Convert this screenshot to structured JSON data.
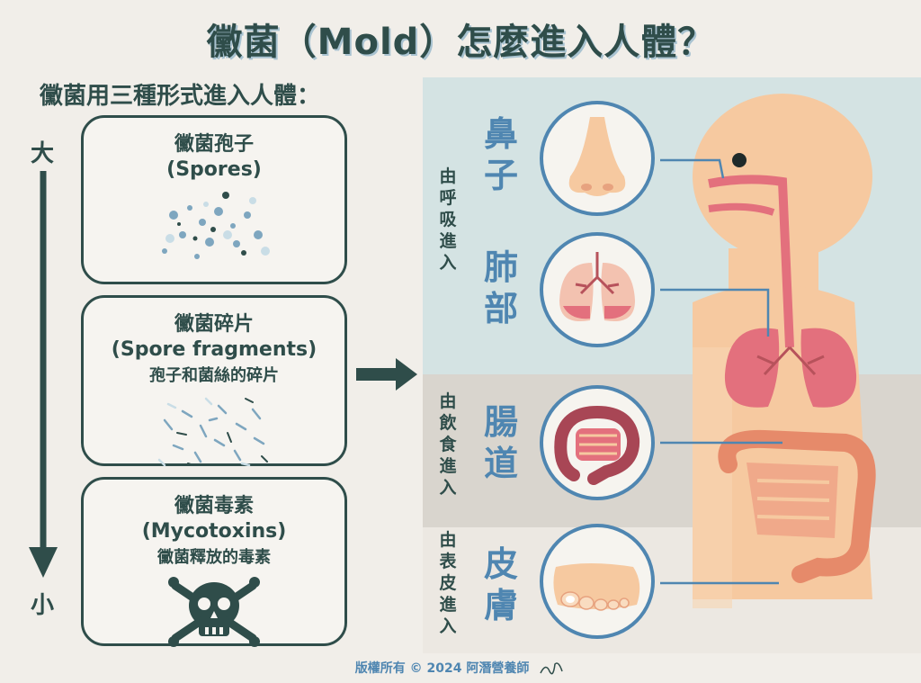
{
  "title": "黴菌（Mold）怎麼進入人體？",
  "subtitle": "黴菌用三種形式進入人體：",
  "size_scale": {
    "big": "大",
    "small": "小"
  },
  "forms": [
    {
      "name": "黴菌孢子",
      "english": "(Spores)",
      "desc": ""
    },
    {
      "name": "黴菌碎片",
      "english": "(Spore  fragments)",
      "desc": "孢子和菌絲的碎片"
    },
    {
      "name": "黴菌毒素",
      "english": "(Mycotoxins)",
      "desc": "黴菌釋放的毒素"
    }
  ],
  "routes": [
    {
      "label": "由呼吸進入",
      "organs": [
        "鼻子",
        "肺部"
      ]
    },
    {
      "label": "由飲食進入",
      "organs": [
        "腸道"
      ]
    },
    {
      "label": "由表皮進入",
      "organs": [
        "皮膚"
      ]
    }
  ],
  "footer": "版權所有 © 2024 阿潛營養師",
  "colors": {
    "dark_teal": "#2f4d4a",
    "accent_blue": "#4f86b1",
    "skin": "#f6c9a0",
    "lung_pink": "#e3707d",
    "gut_red": "#b7525b",
    "band_top": "#d4e3e3",
    "band_mid": "#d9d5ce"
  },
  "icons": [
    "spores-dots",
    "fragments-lines",
    "skull-crossbones-icon",
    "nose-icon",
    "lungs-icon",
    "intestine-icon",
    "foot-icon",
    "down-arrow",
    "right-arrow",
    "human-body"
  ]
}
